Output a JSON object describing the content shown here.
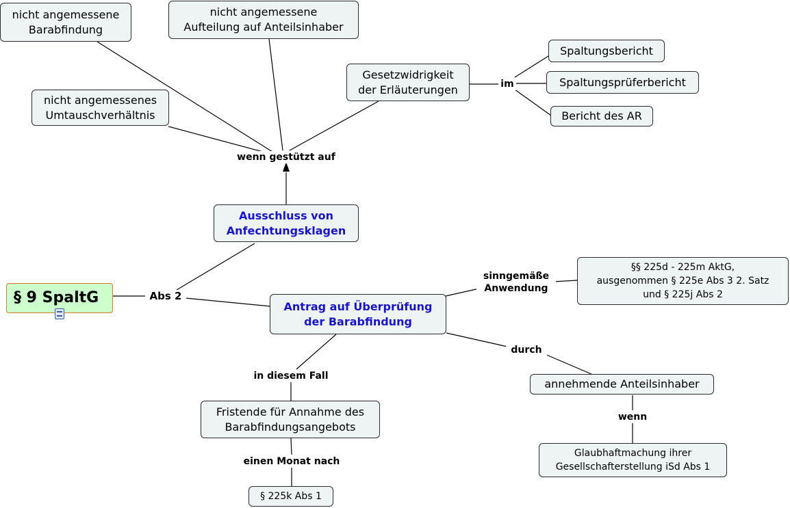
{
  "nodes": {
    "root": "§ 9 SpaltG",
    "ausschluss": "Ausschluss von\nAnfechtungsklagen",
    "antrag": "Antrag auf Überprüfung\nder Barabfindung",
    "barabfindung": "nicht angemessene\nBarabfindung",
    "aufteilung": "nicht angemessene\nAufteilung auf Anteilsinhaber",
    "umtausch": "nicht angemessenes\nUmtauschverhältnis",
    "gesetzwidrigkeit": "Gesetzwidrigkeit\nder Erläuterungen",
    "spaltungsbericht": "Spaltungsbericht",
    "spaltungspruefer": "Spaltungsprüferbericht",
    "bericht_ar": "Bericht des AR",
    "aktg": "§§ 225d - 225m AktG,\nausgenommen § 225e Abs 3 2. Satz\nund § 225j Abs 2",
    "fristende": "Fristende für Annahme des\nBarabfindungsangebots",
    "par225k": "§ 225k Abs 1",
    "annehmende": "annehmende Anteilsinhaber",
    "glaubhaft": "Glaubhaftmachung ihrer\nGesellschafterstellung iSd Abs 1"
  },
  "labels": {
    "abs2": "Abs 2",
    "wenn_gestuetzt": "wenn gestützt auf",
    "im": "im",
    "sinngemaess": "sinngemäße\nAnwendung",
    "durch": "durch",
    "in_diesem_fall": "in diesem Fall",
    "einen_monat": "einen Monat nach",
    "wenn": "wenn"
  },
  "icons": {
    "root_note": "document-icon"
  }
}
